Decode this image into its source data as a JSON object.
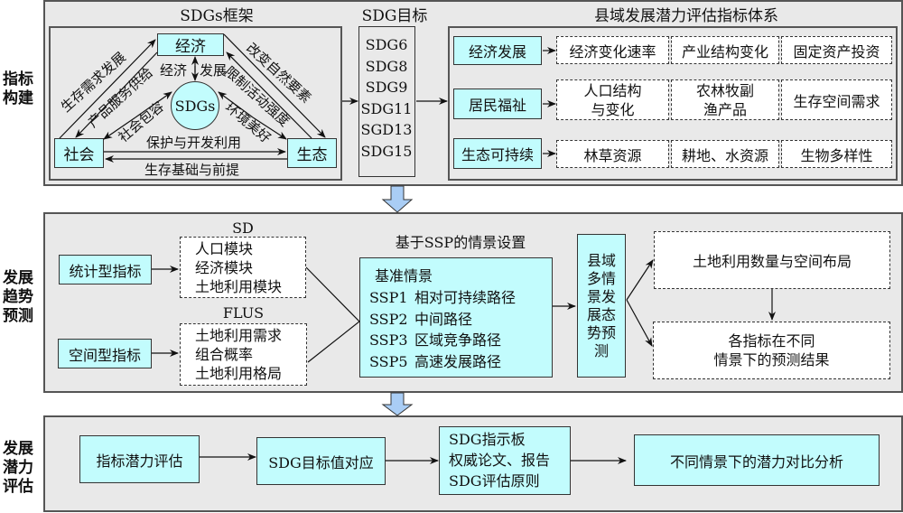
{
  "stages": [
    {
      "label": "指标\n构建"
    },
    {
      "label": "发展\n趋势\n预测"
    },
    {
      "label": "发展\n潜力\n评估"
    }
  ],
  "framework": {
    "title": "SDGs框架",
    "nodes": {
      "economy": "经济",
      "society": "社会",
      "ecology": "生态",
      "center": "SDGs"
    },
    "edges": {
      "society_to_economy": "生存需求发展",
      "economy_to_society": "产品服务供给",
      "economy_to_ecology": "改变自然要素",
      "ecology_to_economy": "限制活动强度",
      "society_to_ecology": "保护与开发利用",
      "ecology_to_society": "生存基础与前提",
      "center_economy_left": "经济",
      "center_economy_right": "发展",
      "center_society": "社会包容",
      "center_ecology": "环境美好"
    }
  },
  "sdg_goals": {
    "title": "SDG目标",
    "items": [
      "SDG6",
      "SDG8",
      "SDG9",
      "SDG11",
      "SGD13",
      "SDG15"
    ]
  },
  "indicator_system": {
    "title": "县域发展潜力评估指标体系",
    "rows": [
      {
        "category": "经济发展",
        "items": [
          "经济变化速率",
          "产业结构变化",
          "固定资产投资"
        ]
      },
      {
        "category": "居民福祉",
        "items": [
          "人口结构\n与变化",
          "农林牧副\n渔产品",
          "生存空间需求"
        ]
      },
      {
        "category": "生态可持续",
        "items": [
          "林草资源",
          "耕地、水资源",
          "生物多样性"
        ]
      }
    ]
  },
  "prediction": {
    "statistical": "统计型指标",
    "spatial": "空间型指标",
    "sd_title": "SD",
    "sd_modules": "人口模块\n经济模块\n土地利用模块",
    "flus_title": "FLUS",
    "flus_modules": "土地利用需求\n组合概率\n土地利用格局",
    "scenario_title": "基于SSP的情景设置",
    "scenario_header": "基准情景",
    "scenarios": [
      {
        "code": "SSP1",
        "name": "相对可持续路径"
      },
      {
        "code": "SSP2",
        "name": "中间路径"
      },
      {
        "code": "SSP3",
        "name": "区域竞争路径"
      },
      {
        "code": "SSP5",
        "name": "高速发展路径"
      }
    ],
    "multi_scenario": "县域\n多情\n景发\n展态\n势预\n测",
    "landuse_result": "土地利用数量与空间布局",
    "indicator_result": "各指标在不同\n情景下的预测结果"
  },
  "evaluation": {
    "steps": [
      "指标潜力评估",
      "SDG目标值对应",
      "SDG指示板\n权威论文、报告\nSDG评估原则",
      "不同情景下的潜力对比分析"
    ]
  },
  "colors": {
    "cyan_fill": "#c2fcfd",
    "panel_fill": "#e9e9e9",
    "flow_arrow": "#a9cdf5"
  }
}
